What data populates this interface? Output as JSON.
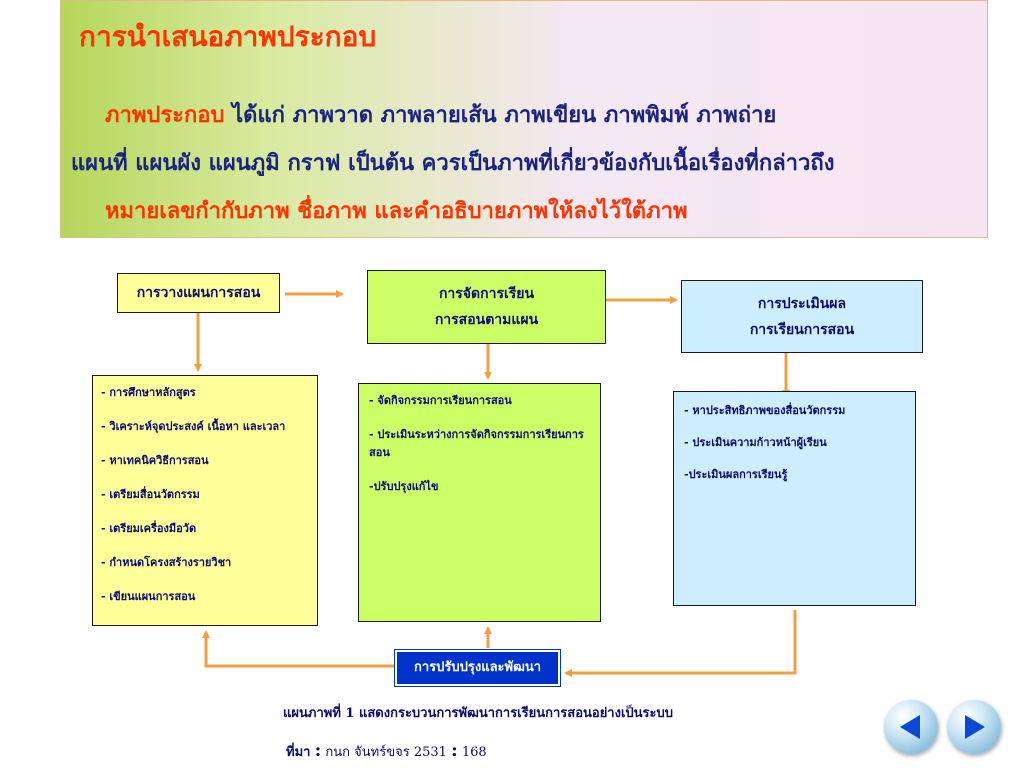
{
  "slide": {
    "title": "การนำเสนอภาพประกอบ",
    "line1_lead": "ภาพประกอบ",
    "line1_rest": " ได้แก่ ภาพวาด ภาพลายเส้น ภาพเขียน ภาพพิมพ์ ภาพถ่าย",
    "line2": "แผนที่ แผนผัง แผนภูมิ กราฟ เป็นต้น ควรเป็นภาพที่เกี่ยวข้องกับเนื้อเรื่องที่กล่าวถึง",
    "line3": "หมายเลขกำกับภาพ ชื่อภาพ และคำอธิบายภาพให้ลงไว้ใต้ภาพ"
  },
  "diagram": {
    "plan": "การวางแผนการสอน",
    "manage_1": "การจัดการเรียน",
    "manage_2": "การสอนตามแผน",
    "eval_1": "การประเมินผล",
    "eval_2": "การเรียนการสอน",
    "improve": "การปรับปรุงและพัฒนา",
    "plan_items": [
      "- การศึกษาหลักสูตร",
      "- วิเคราะห์จุดประสงค์ เนื้อหา และเวลา",
      "- หาเทคนิควิธีการสอน",
      "- เตรียมสื่อนวัตกรรม",
      "- เตรียมเครื่องมือวัด",
      "- กำหนดโครงสร้างรายวิชา",
      "- เขียนแผนการสอน"
    ],
    "manage_items": [
      "- จัดกิจกรรมการเรียนการสอน",
      "- ประเมินระหว่างการจัดกิจกรรมการเรียนการสอน",
      "-ปรับปรุงแก้ไข"
    ],
    "eval_items": [
      "- หาประสิทธิภาพของสื่อนวัตกรรม",
      "- ประเมินความก้าวหน้าผู้เรียน",
      "-ประเมินผลการเรียนรู้"
    ]
  },
  "caption": {
    "figure": "แผนภาพที่ 1 แสดงกระบวนการพัฒนาการเรียนการสอนอย่างเป็นระบบ",
    "source_label": "ที่มา",
    "source_sep": ":",
    "source_author": "กนก จันทร์ขจร 2531",
    "source_page": "168"
  },
  "colors": {
    "arrow": "#f0a040",
    "title_red": "#ff3300",
    "text_navy": "#1a237e",
    "plan_fill": "#ffff99",
    "manage_fill": "#ccff66",
    "eval_fill": "#cceeff",
    "improve_fill": "#0033cc"
  },
  "nav": {
    "prev_icon": "triangle-left-icon",
    "next_icon": "triangle-right-icon"
  }
}
